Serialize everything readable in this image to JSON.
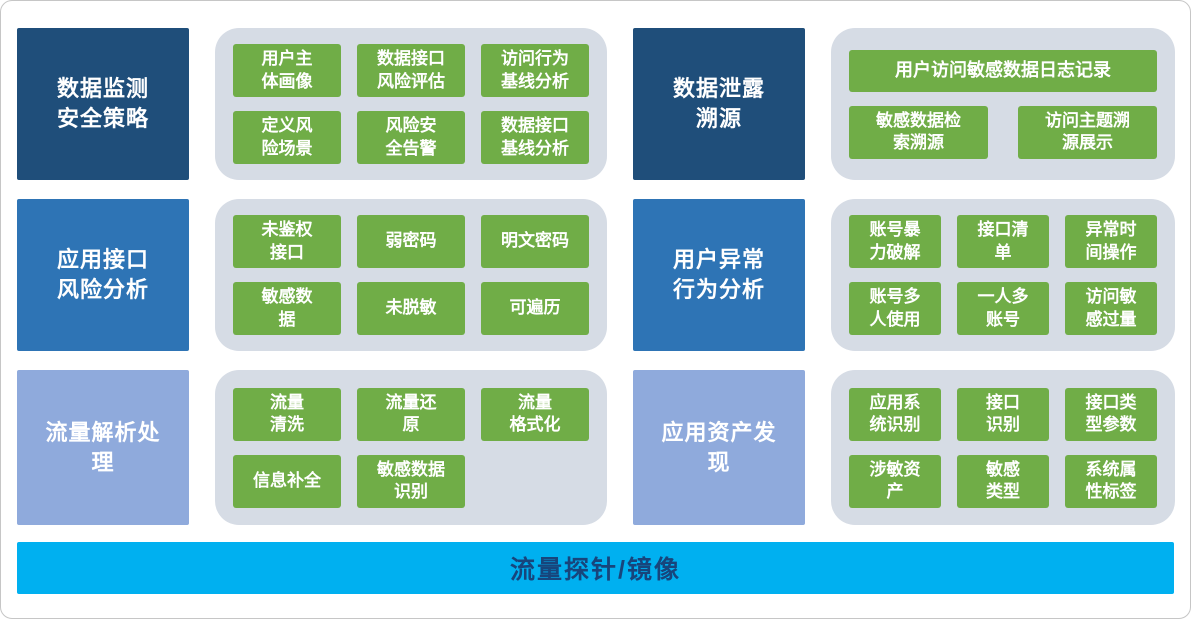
{
  "diagram": {
    "blocks": [
      {
        "title": "数据监测\n安全策略",
        "chips": [
          "用户主\n体画像",
          "数据接口\n风险评估",
          "访问行为\n基线分析",
          "定义风\n险场景",
          "风险安\n全告警",
          "数据接口\n基线分析"
        ]
      },
      {
        "title": "数据泄露\n溯源",
        "chips": [
          "用户访问敏感数据日志记录",
          "敏感数据检\n索溯源",
          "访问主题溯\n源展示"
        ]
      },
      {
        "title": "应用接口\n风险分析",
        "chips": [
          "未鉴权\n接口",
          "弱密码",
          "明文密码",
          "敏感数\n据",
          "未脱敏",
          "可遍历"
        ]
      },
      {
        "title": "用户异常\n行为分析",
        "chips": [
          "账号暴\n力破解",
          "接口清\n单",
          "异常时\n间操作",
          "账号多\n人使用",
          "一人多\n账号",
          "访问敏\n感过量"
        ]
      },
      {
        "title": "流量解析处\n理",
        "chips": [
          "流量\n清洗",
          "流量还\n原",
          "流量\n格式化",
          "信息补全",
          "敏感数据\n识别"
        ]
      },
      {
        "title": "应用资产发\n现",
        "chips": [
          "应用系\n统识别",
          "接口\n识别",
          "接口类\n型参数",
          "涉敏资\n产",
          "敏感\n类型",
          "系统属\n性标签"
        ]
      }
    ],
    "bottom_bar": "流量探针/镜像",
    "colors": {
      "row1_block": "#1f4e7a",
      "row2_block": "#2e74b5",
      "row3_block": "#8faadc",
      "panel": "#d6dce5",
      "chip": "#70ad47",
      "bottom_bar": "#00b0f0",
      "bottom_bar_text": "#17457c"
    }
  }
}
